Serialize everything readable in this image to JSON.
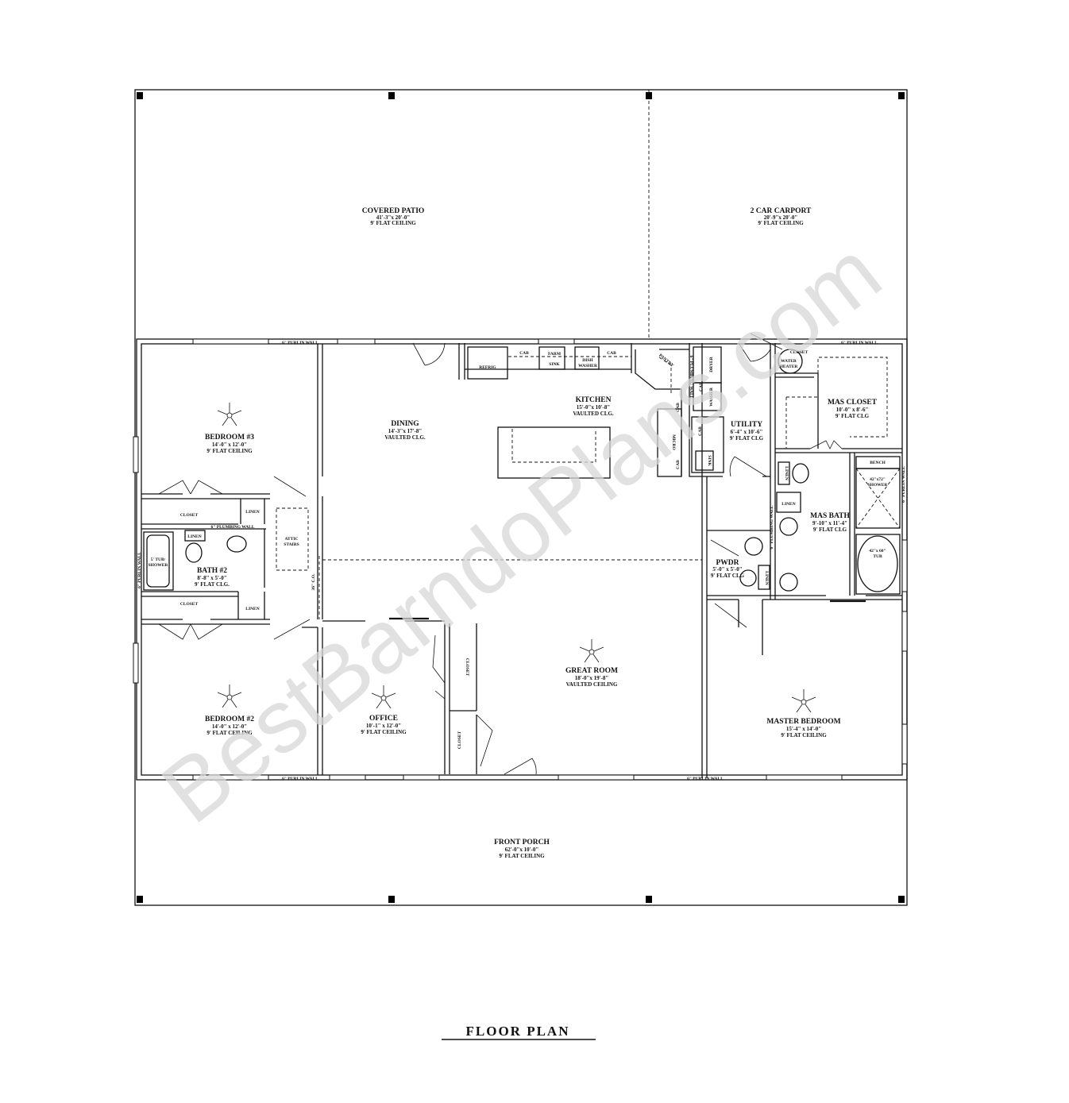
{
  "title": "FLOOR PLAN",
  "watermark": "BestBarndoPlans.com",
  "rooms": {
    "covered_patio": {
      "name": "COVERED PATIO",
      "dims": "41'-3\"x 20'-0\"",
      "ceiling": "9' FLAT CEILING"
    },
    "carport": {
      "name": "2 CAR CARPORT",
      "dims": "20'-9\"x 20'-0\"",
      "ceiling": "9' FLAT CEILING"
    },
    "bedroom3": {
      "name": "BEDROOM #3",
      "dims": "14'-0\" x 12'-0\"",
      "ceiling": "9' FLAT CEILING"
    },
    "dining": {
      "name": "DINING",
      "dims": "14'-3\"x 17'-8\"",
      "ceiling": "VAULTED CLG."
    },
    "kitchen": {
      "name": "KITCHEN",
      "dims": "15'-0\"x 10'-8\"",
      "ceiling": "VAULTED CLG."
    },
    "utility": {
      "name": "UTILITY",
      "dims": "6'-4\" x 10'-6\"",
      "ceiling": "9' FLAT CLG"
    },
    "mas_closet": {
      "name": "MAS CLOSET",
      "dims": "10'-0\" x 8'-6\"",
      "ceiling": "9' FLAT CLG"
    },
    "bath2": {
      "name": "BATH #2",
      "dims": "8'-8\" x 5'-0\"",
      "ceiling": "9' FLAT CLG."
    },
    "mas_bath": {
      "name": "MAS BATH",
      "dims": "9'-10\" x 11'-4\"",
      "ceiling": "9' FLAT CLG"
    },
    "pwdr": {
      "name": "PWDR",
      "dims": "5'-0\" x 5'-0\"",
      "ceiling": "9' FLAT CLG"
    },
    "great_room": {
      "name": "GREAT ROOM",
      "dims": "18'-0\"x 19'-8\"",
      "ceiling": "VAULTED  CEILING"
    },
    "bedroom2": {
      "name": "BEDROOM #2",
      "dims": "14'-0\" x 12'-0\"",
      "ceiling": "9' FLAT CEILING"
    },
    "office": {
      "name": "OFFICE",
      "dims": "10'-1\" x 12'-0\"",
      "ceiling": "9' FLAT CEILING"
    },
    "master_bedroom": {
      "name": "MASTER  BEDROOM",
      "dims": "15'-4\" x 14'-0\"",
      "ceiling": "9' FLAT CEILING"
    },
    "front_porch": {
      "name": "FRONT PORCH",
      "dims": "62'-0\"x 10'-0\"",
      "ceiling": "9' FLAT CEILING"
    }
  },
  "labels": {
    "purlin_wall": "6\" PURLIN WALL",
    "plumbing_wall": "6\" PLUMBING WALL",
    "closet": "CLOSET",
    "linen": "LINEN",
    "attic_stairs_1": "ATTIC",
    "attic_stairs_2": "STAIRS",
    "tub_shower_1": "5' TUB/",
    "tub_shower_2": "SHOWER",
    "co": "36\" C.O.",
    "cab": "CAB",
    "refrig": "REFRIG",
    "farm_sink_1": "FARM",
    "farm_sink_2": "SINK",
    "dishwasher_1": "DISH",
    "dishwasher_2": "WASHER",
    "pantry": "PANTRY",
    "dryer": "DRYER",
    "washer": "WASHER",
    "micro": "MICRO",
    "sink": "SINK",
    "water_heater_1": "WATER",
    "water_heater_2": "HEATER",
    "bench": "BENCH",
    "shower_1": "42\"x72\"",
    "shower_2": "SHOWER",
    "tub_1": "42\"x 60\"",
    "tub_2": "TUB"
  }
}
